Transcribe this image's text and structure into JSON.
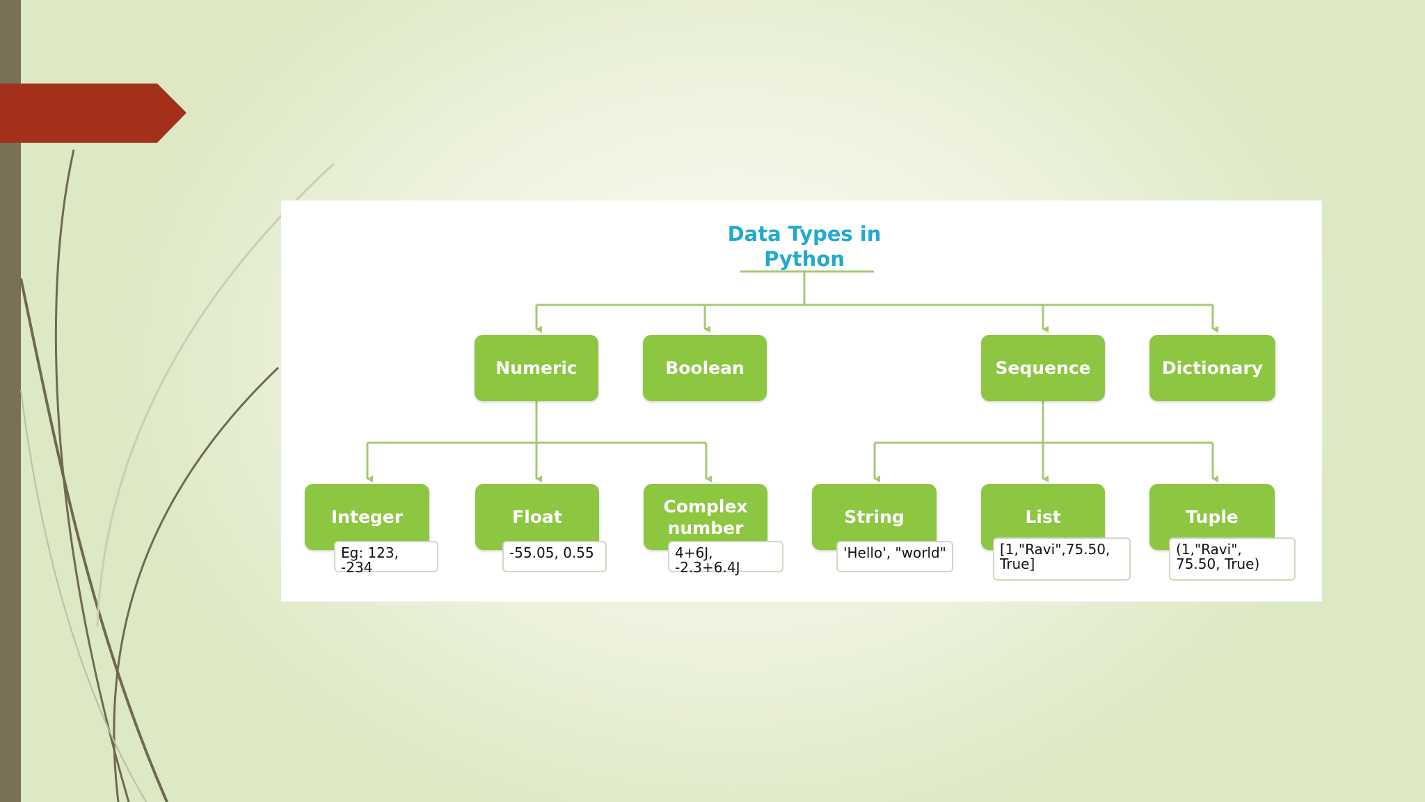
{
  "colors": {
    "accent_red": "#a3301a",
    "node_green": "#8dc641",
    "title_blue": "#22a9cf",
    "connector_green": "#a6c973",
    "sidebar_taupe": "#7a7058"
  },
  "diagram": {
    "title": "Data Types in Python",
    "categories": {
      "numeric": "Numeric",
      "boolean": "Boolean",
      "sequence": "Sequence",
      "dictionary": "Dictionary"
    },
    "leaves": {
      "integer": {
        "label": "Integer",
        "example": "Eg: 123, -234"
      },
      "float": {
        "label": "Float",
        "example": "-55.05, 0.55"
      },
      "complex": {
        "label": "Complex number",
        "example": "4+6J, -2.3+6.4J"
      },
      "string": {
        "label": "String",
        "example": "'Hello', \"world\""
      },
      "list": {
        "label": "List",
        "example": "[1,\"Ravi\",75.50, True]"
      },
      "tuple": {
        "label": "Tuple",
        "example": "(1,\"Ravi\", 75.50, True)"
      }
    }
  }
}
